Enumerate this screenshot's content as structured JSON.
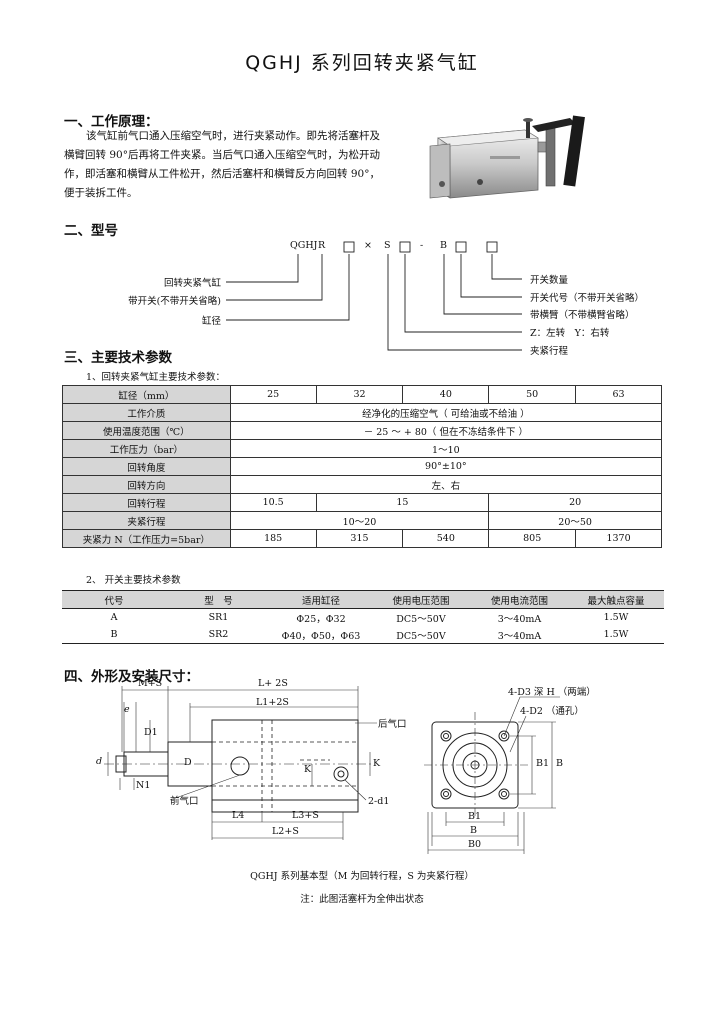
{
  "page_title": "QGHJ 系列回转夹紧气缸",
  "section1": {
    "heading": "一、工作原理：",
    "lines": [
      "该气缸前气口通入压缩空气时，进行夹紧动作。即先将活塞杆及",
      "横臂回转 90°后再将工件夹紧。当后气口通入压缩空气时，为松开动",
      "作，即活塞和横臂从工件松开，然后活塞杆和横臂反方向回转 90°，",
      "便于装拆工件。"
    ]
  },
  "section2": {
    "heading": "二、型号",
    "code_chars": [
      "QGHJ",
      "R",
      "×",
      "S",
      "-",
      "B"
    ],
    "left_labels": [
      "回转夹紧气缸",
      "带开关(不带开关省略)",
      "缸径"
    ],
    "right_labels": [
      "开关数量",
      "开关代号（不带开关省略）",
      "带横臂（不带横臂省略）",
      "Z：左转　Y：右转",
      "夹紧行程"
    ]
  },
  "section3": {
    "heading": "三、主要技术参数",
    "table1_caption": "1、回转夹紧气缸主要技术参数：",
    "table1": {
      "header_label": "缸径（mm）",
      "bores": [
        "25",
        "32",
        "40",
        "50",
        "63"
      ],
      "medium_label": "工作介质",
      "medium_value": "经净化的压缩空气（ 可给油或不给油 ）",
      "temp_label": "使用温度范围（℃）",
      "temp_value": "－ 25 ～ + 80（ 但在不冻结条件下 ）",
      "pressure_label": "工作压力（bar）",
      "pressure_value": "1～10",
      "angle_label": "回转角度",
      "angle_value": "90°±10°",
      "direction_label": "回转方向",
      "direction_value": "左、右",
      "rot_stroke_label": "回转行程",
      "rot_stroke_values": [
        "10.5",
        "15",
        "20"
      ],
      "clamp_stroke_label": "夹紧行程",
      "clamp_stroke_values": [
        "10～20",
        "20～50"
      ],
      "force_label": "夹紧力 N（工作压力=5bar）",
      "force_values": [
        "185",
        "315",
        "540",
        "805",
        "1370"
      ]
    },
    "table2_caption": "2、 开关主要技术参数",
    "table2": {
      "headers": [
        "代号",
        "型　号",
        "适用缸径",
        "使用电压范围",
        "使用电流范围",
        "最大触点容量"
      ],
      "rows": [
        [
          "A",
          "SR1",
          "Φ25，Φ32",
          "DC5～50V",
          "3～40mA",
          "1.5W"
        ],
        [
          "B",
          "SR2",
          "Φ40，Φ50，Φ63",
          "DC5～50V",
          "3～40mA",
          "1.5W"
        ]
      ]
    }
  },
  "section4": {
    "heading": "四、外形及安装尺寸：",
    "dims": {
      "ms": "M+S",
      "l2s": "L+ 2S",
      "l12s": "L1+2S",
      "e": "e",
      "d1": "D1",
      "d": "d",
      "d_big": "D",
      "n1": "N1",
      "k": "K",
      "k2": "K",
      "front_port": "前气口",
      "rear_port": "后气口",
      "two_d1": "2-d1",
      "l4": "L4",
      "l3s": "L3+S",
      "l2s2": "L2+S",
      "top_note1": "4-D3 深 H （两端）",
      "top_note2": "4-D2 （通孔）",
      "b1_side": "B1",
      "b_side": "B",
      "b1_bottom": "B1",
      "b_bottom": "B",
      "b0": "B0"
    },
    "caption": "QGHJ 系列基本型（M 为回转行程，S 为夹紧行程）",
    "note": "注：此图活塞杆为全伸出状态"
  }
}
